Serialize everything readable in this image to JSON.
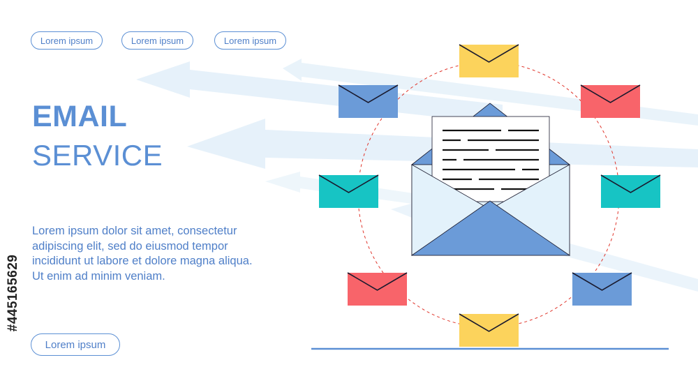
{
  "top_buttons": [
    "Lorem ipsum",
    "Lorem ipsum",
    "Lorem ipsum"
  ],
  "title": {
    "main": "EMAIL",
    "sub": "SERVICE"
  },
  "body_text": "Lorem ipsum dolor sit amet, consectetur adipiscing elit, sed do eiusmod tempor incididunt ut labore et dolore magna aliqua. Ut enim ad minim veniam.",
  "bottom_button": "Lorem ipsum",
  "stock_id": "#445165629",
  "colors": {
    "accent": "#5b8fd4",
    "envelope_blue": "#6b9bd8",
    "envelope_red": "#f8646a",
    "envelope_yellow": "#fcd35c",
    "envelope_teal": "#17c4c4",
    "orbit": "#e0352b",
    "arrows": "#e3f0f9"
  },
  "icons": {
    "main": "open-envelope-letter-icon",
    "small": "envelope-icon"
  }
}
